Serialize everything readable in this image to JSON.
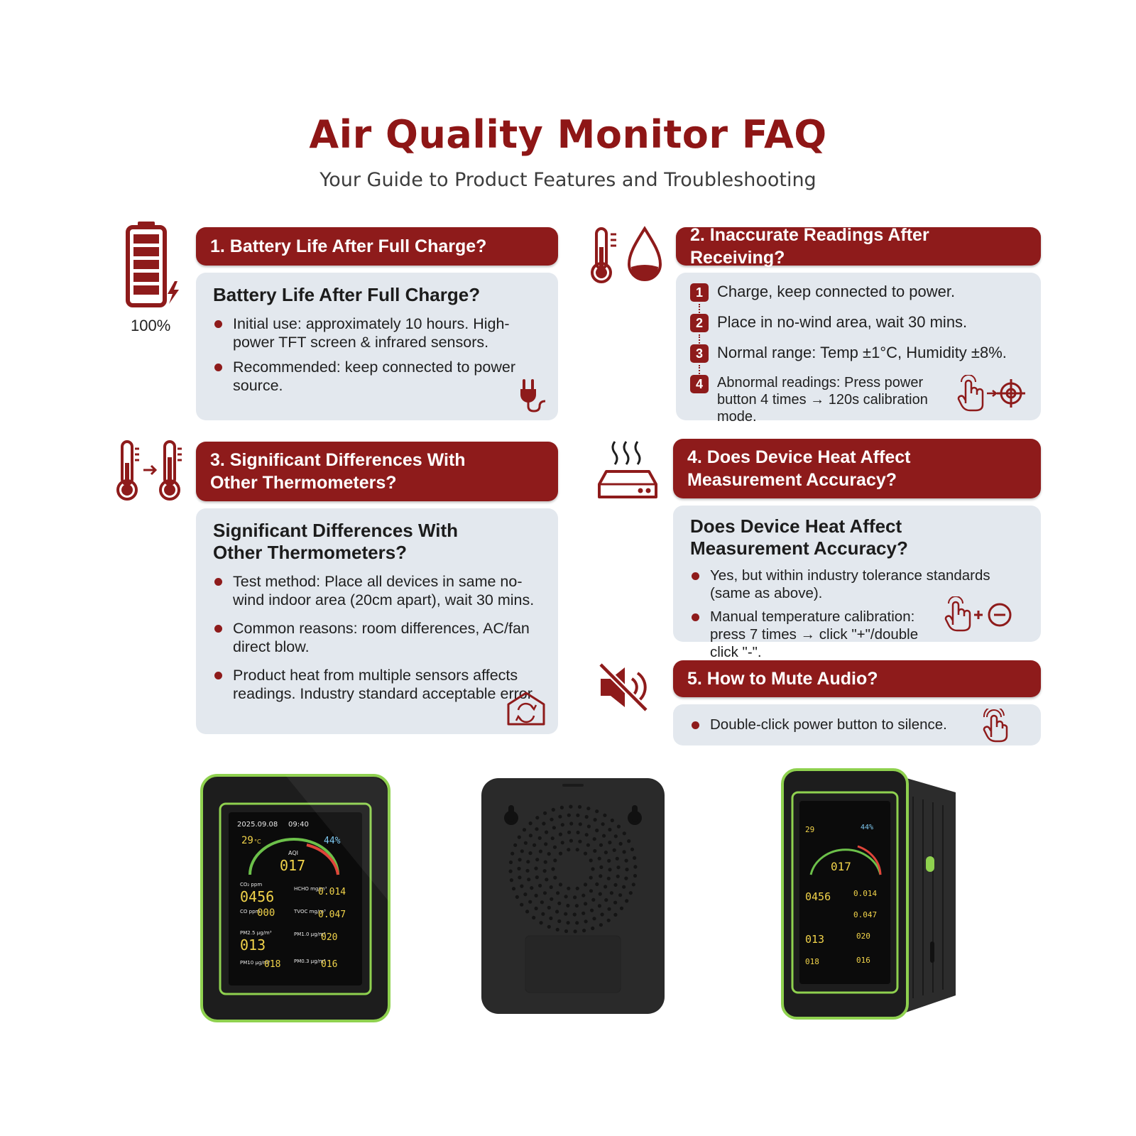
{
  "header": {
    "title": "Air Quality Monitor FAQ",
    "subtitle": "Your Guide to Product Features and Troubleshooting"
  },
  "battery_label": "100%",
  "faq": {
    "q1": {
      "header": "1. Battery Life After Full Charge?",
      "title": "Battery Life After Full Charge?",
      "bullets": [
        "Initial use: approximately 10 hours. High-power TFT screen & infrared sensors.",
        "Recommended: keep connected to power source."
      ]
    },
    "q2": {
      "header": "2. Inaccurate Readings After Receiving?",
      "steps": [
        {
          "num": "1",
          "text": "Charge, keep connected to power."
        },
        {
          "num": "2",
          "text": "Place in no-wind area, wait 30 mins."
        },
        {
          "num": "3",
          "text": "Normal range: Temp ±1°C, Humidity ±8%."
        },
        {
          "num": "4",
          "text": "Abnormal readings: Press power button 4 times → 120s calibration mode."
        }
      ]
    },
    "q3": {
      "header": "3. Significant Differences With Other Thermometers?",
      "title": "Significant Differences With Other Thermometers?",
      "bullets": [
        "Test method: Place all devices in same no-wind indoor area (20cm apart), wait 30 mins.",
        "Common reasons: room differences, AC/fan direct blow.",
        "Product heat from multiple sensors affects readings. Industry standard acceptable error."
      ]
    },
    "q4": {
      "header": "4. Does Device Heat Affect Measurement Accuracy?",
      "title": "Does Device Heat Affect Measurement Accuracy?",
      "bullets": [
        "Yes, but within industry tolerance standards (same as above).",
        "Manual temperature calibration: press 7 times → click \"+\"/double click \"-\"."
      ]
    },
    "q5": {
      "header": "5. How to Mute Audio?",
      "bullets": [
        "Double-click power button to silence."
      ]
    }
  },
  "device_screen": {
    "date": "2025.09.08",
    "time": "09:40",
    "temp": "29",
    "temp_unit": "°C",
    "humidity": "44%",
    "aqi_label": "AQI",
    "aqi": "017",
    "co2_label": "CO₂ ppm",
    "co2": "0456",
    "hcho_label": "HCHO mg/m³",
    "hcho": "0.014",
    "co_label": "CO ppm",
    "co": "000",
    "tvoc_label": "TVOC mg/m³",
    "tvoc": "0.047",
    "pm25_label": "PM2.5 μg/m³",
    "pm25": "013",
    "pm10_label": "PM1.0 μg/m³",
    "pm10": "020",
    "pm100_label": "PM10 μg/m³",
    "pm100": "018",
    "pm03_label": "PM0.3 μg/m³",
    "pm03": "016"
  },
  "colors": {
    "accent": "#8e1b1b",
    "card": "#e3e8ee",
    "device_green": "#8fd14f"
  }
}
